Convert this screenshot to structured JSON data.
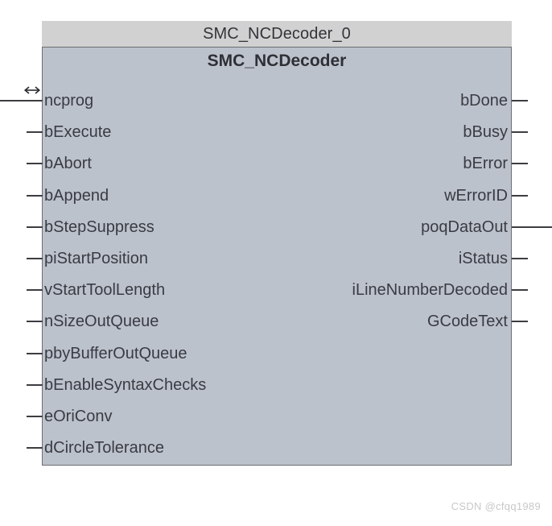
{
  "block": {
    "instance_name": "SMC_NCDecoder_0",
    "type_name": "SMC_NCDecoder",
    "colors": {
      "instance_bar_bg": "#d1d1d1",
      "body_bg": "#bcc2cc",
      "border": "#6d6e72",
      "text": "#3a3b42",
      "connector": "#3c3d42",
      "watermark": "#c8c8c8"
    },
    "inputs": [
      {
        "name": "ncprog",
        "connector": "long"
      },
      {
        "name": "bExecute",
        "connector": "stub"
      },
      {
        "name": "bAbort",
        "connector": "stub"
      },
      {
        "name": "bAppend",
        "connector": "stub"
      },
      {
        "name": "bStepSuppress",
        "connector": "stub"
      },
      {
        "name": "piStartPosition",
        "connector": "stub"
      },
      {
        "name": "vStartToolLength",
        "connector": "stub"
      },
      {
        "name": "nSizeOutQueue",
        "connector": "stub"
      },
      {
        "name": "pbyBufferOutQueue",
        "connector": "stub"
      },
      {
        "name": "bEnableSyntaxChecks",
        "connector": "stub"
      },
      {
        "name": "eOriConv",
        "connector": "stub"
      },
      {
        "name": "dCircleTolerance",
        "connector": "stub"
      }
    ],
    "outputs": [
      {
        "name": "bDone",
        "connector": "stub"
      },
      {
        "name": "bBusy",
        "connector": "stub"
      },
      {
        "name": "bError",
        "connector": "stub"
      },
      {
        "name": "wErrorID",
        "connector": "stub"
      },
      {
        "name": "poqDataOut",
        "connector": "long"
      },
      {
        "name": "iStatus",
        "connector": "stub"
      },
      {
        "name": "iLineNumberDecoded",
        "connector": "stub"
      },
      {
        "name": "GCodeText",
        "connector": "stub"
      }
    ],
    "resize_handle_icon": "horizontal-resize-arrow"
  },
  "watermark": {
    "text": "CSDN @cfqq1989"
  }
}
